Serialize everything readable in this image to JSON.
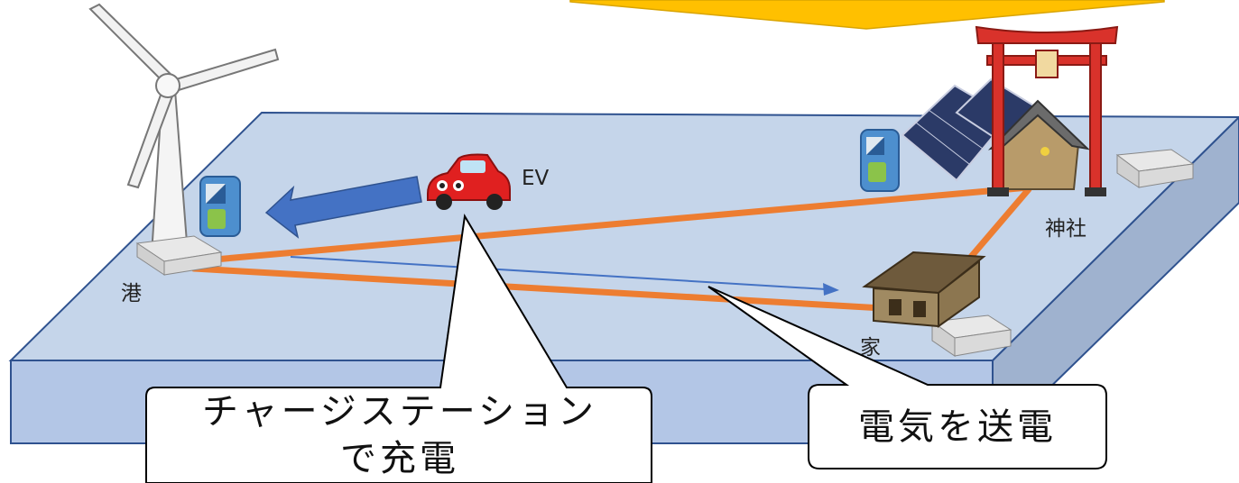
{
  "labels": {
    "port": "港",
    "ev": "EV",
    "shrine": "神社",
    "house": "家"
  },
  "callouts": {
    "charge_line1": "チャージステーション",
    "charge_line2": "で充電",
    "transmit": "電気を送電"
  },
  "colors": {
    "platform_top": "#c5d5ea",
    "platform_front": "#b3c6e6",
    "platform_side": "#9fb2cf",
    "platform_edge": "#2f528f",
    "power_line": "#ed7d31",
    "arrow_fill": "#4472c4",
    "banner": "#ffc000",
    "car_body": "#e02020",
    "torii": "#d9322b"
  },
  "icons": [
    "wind-turbine-icon",
    "charging-station-icon",
    "ev-car-icon",
    "solar-panel-icon",
    "shrine-icon",
    "torii-icon",
    "house-icon",
    "controller-box-icon"
  ]
}
